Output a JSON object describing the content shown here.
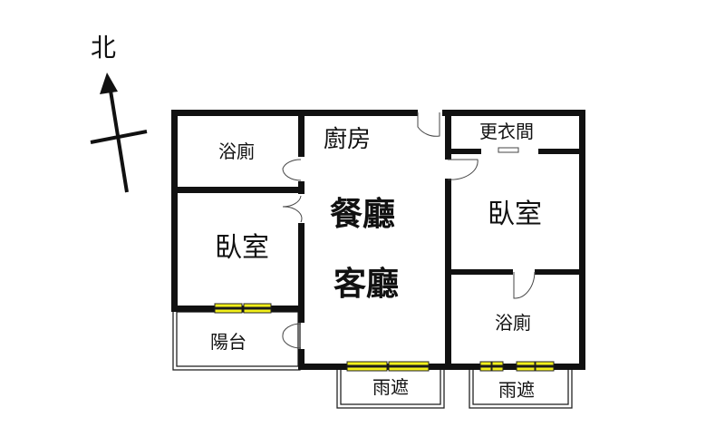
{
  "compass": {
    "north_label": "北"
  },
  "rooms": {
    "bath_left": "浴廁",
    "kitchen": "廚房",
    "closet": "更衣間",
    "dining": "餐廳",
    "bedroom_left": "臥室",
    "bedroom_right": "臥室",
    "living": "客廳",
    "bath_right": "浴廁",
    "balcony": "陽台",
    "canopy_left": "雨遮",
    "canopy_right": "雨遮"
  },
  "colors": {
    "wall": "#111111",
    "window": "#f2ef1a"
  }
}
